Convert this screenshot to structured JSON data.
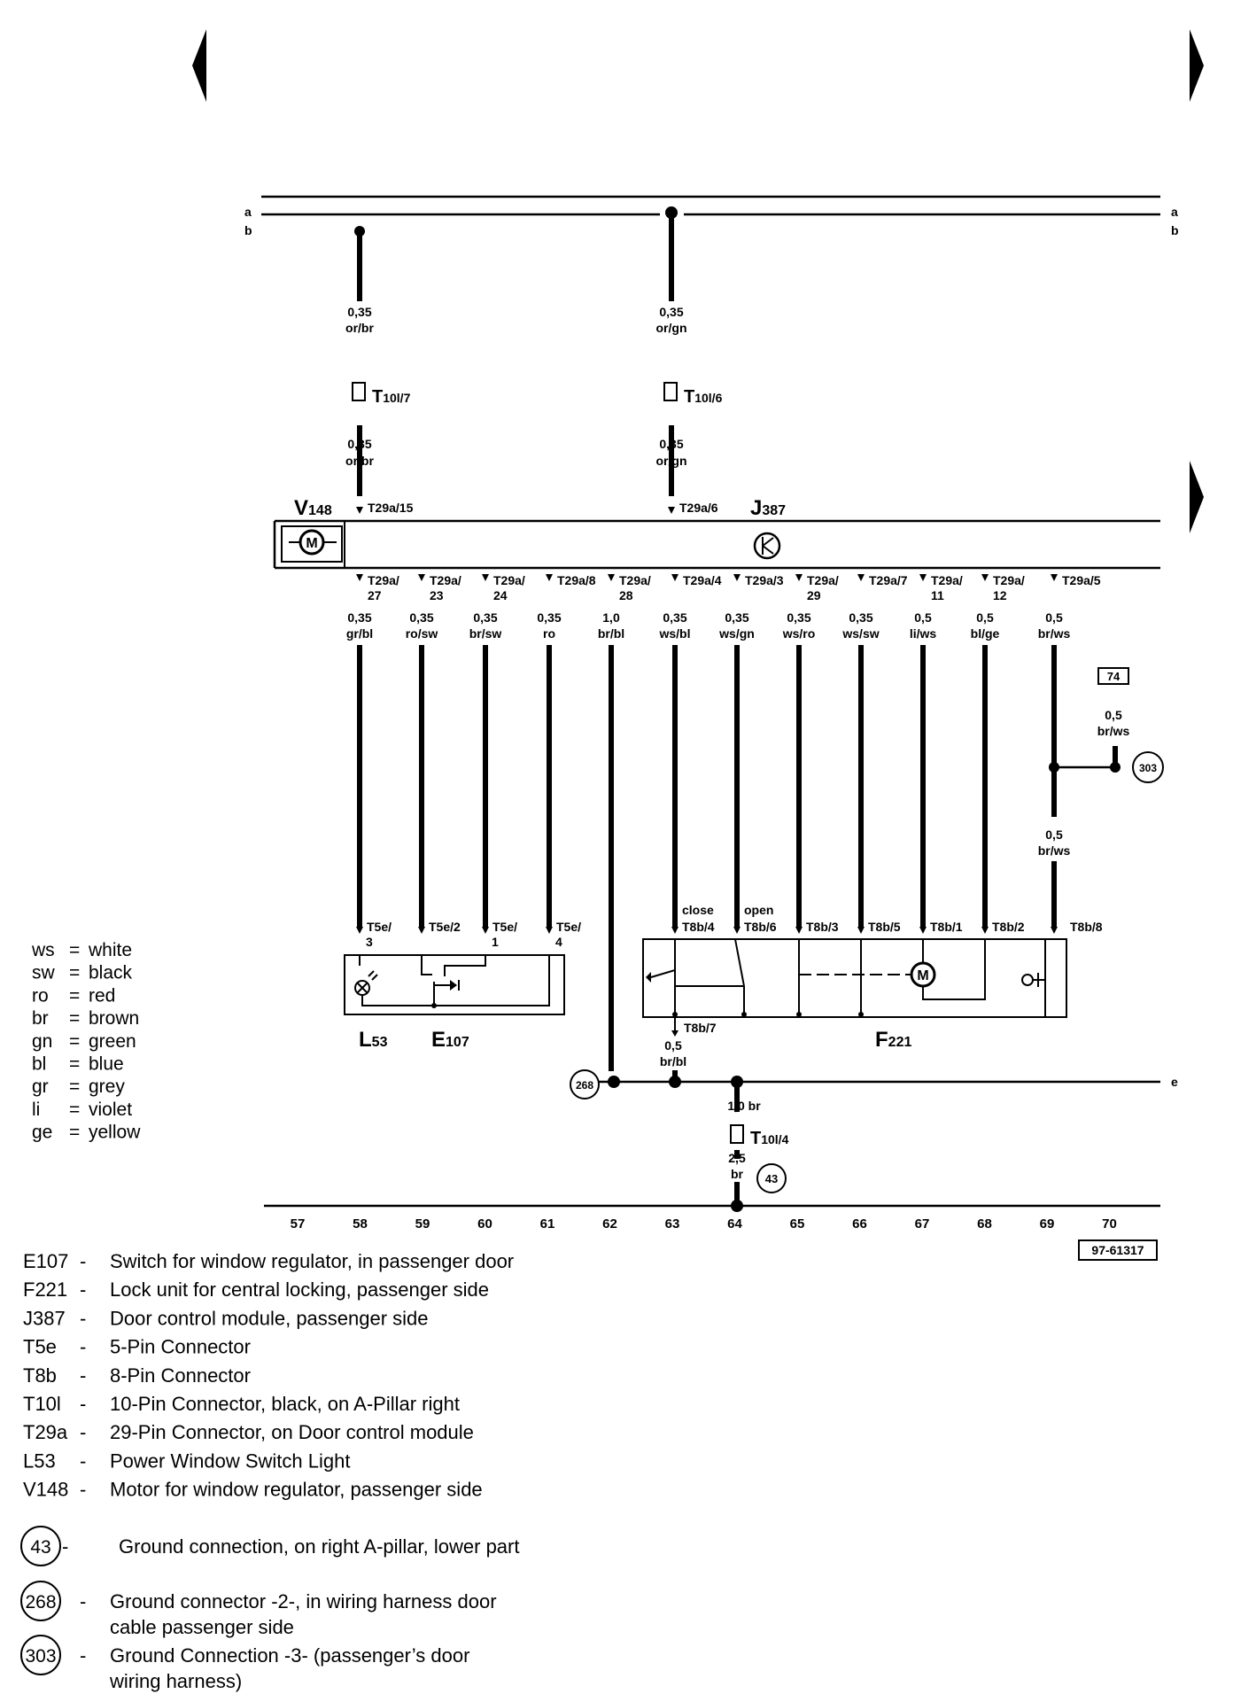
{
  "buses": [
    {
      "id": "a",
      "label": "a"
    },
    {
      "id": "b",
      "label": "b"
    },
    {
      "id": "e",
      "label": "e"
    }
  ],
  "wires_top": [
    {
      "gauge": "0,35",
      "color": "or/br",
      "conn": "T10l/7",
      "gauge2": "0,35",
      "color2": "or/br",
      "pin": "T29a/15"
    },
    {
      "gauge": "0,35",
      "color": "or/gn",
      "conn": "T10l/6",
      "gauge2": "0,35",
      "color2": "or/gn",
      "pin": "T29a/6"
    }
  ],
  "components": {
    "v148": {
      "code": "V",
      "sub": "148"
    },
    "j387": {
      "code": "J",
      "sub": "387"
    },
    "l53": {
      "code": "L",
      "sub": "53"
    },
    "e107": {
      "code": "E",
      "sub": "107"
    },
    "f221": {
      "code": "F",
      "sub": "221"
    },
    "motor_symbol": "M"
  },
  "wires_bottom": [
    {
      "pin1": "T29a/",
      "pin2": "27",
      "gauge": "0,35",
      "color": "gr/bl",
      "t1": "T5e/",
      "t2": "3"
    },
    {
      "pin1": "T29a/",
      "pin2": "23",
      "gauge": "0,35",
      "color": "ro/sw",
      "t1": "T5e/2",
      "t2": ""
    },
    {
      "pin1": "T29a/",
      "pin2": "24",
      "gauge": "0,35",
      "color": "br/sw",
      "t1": "T5e/",
      "t2": "1"
    },
    {
      "pin1": "T29a/8",
      "pin2": "",
      "gauge": "0,35",
      "color": "ro",
      "t1": "T5e/",
      "t2": "4"
    },
    {
      "pin1": "T29a/",
      "pin2": "28",
      "gauge": "1,0",
      "color": "br/bl",
      "t1": "",
      "t2": ""
    },
    {
      "pin1": "T29a/4",
      "pin2": "",
      "gauge": "0,35",
      "color": "ws/bl",
      "t1": "T8b/4",
      "t2": "close"
    },
    {
      "pin1": "T29a/3",
      "pin2": "",
      "gauge": "0,35",
      "color": "ws/gn",
      "t1": "T8b/6",
      "t2": "open"
    },
    {
      "pin1": "T29a/",
      "pin2": "29",
      "gauge": "0,35",
      "color": "ws/ro",
      "t1": "T8b/3",
      "t2": ""
    },
    {
      "pin1": "T29a/7",
      "pin2": "",
      "gauge": "0,35",
      "color": "ws/sw",
      "t1": "T8b/5",
      "t2": ""
    },
    {
      "pin1": "T29a/",
      "pin2": "11",
      "gauge": "0,5",
      "color": "li/ws",
      "t1": "T8b/1",
      "t2": ""
    },
    {
      "pin1": "T29a/",
      "pin2": "12",
      "gauge": "0,5",
      "color": "bl/ge",
      "t1": "T8b/2",
      "t2": ""
    },
    {
      "pin1": "T29a/5",
      "pin2": "",
      "gauge": "0,5",
      "color": "br/ws",
      "t1": "T8b/8",
      "t2": ""
    }
  ],
  "misc": {
    "ref74": "74",
    "w74_gauge": "0,5",
    "w74_color": "br/ws",
    "g303": "303",
    "w69_gauge": "0,5",
    "w69_color": "br/ws",
    "t8b7": "T8b/7",
    "w_t8b7_gauge": "0,5",
    "w_t8b7_color": "br/bl",
    "g268": "268",
    "w64_top": "1,0 br",
    "t10l4": "T10l/4",
    "w64_gauge": "2,5",
    "w64_color": "br",
    "g43": "43"
  },
  "tracks": [
    "57",
    "58",
    "59",
    "60",
    "61",
    "62",
    "63",
    "64",
    "65",
    "66",
    "67",
    "68",
    "69",
    "70"
  ],
  "drawing_id": "97-61317",
  "color_codes": [
    {
      "code": "ws",
      "name": "white"
    },
    {
      "code": "sw",
      "name": "black"
    },
    {
      "code": "ro",
      "name": "red"
    },
    {
      "code": "br",
      "name": "brown"
    },
    {
      "code": "gn",
      "name": "green"
    },
    {
      "code": "bl",
      "name": "blue"
    },
    {
      "code": "gr",
      "name": "grey"
    },
    {
      "code": "li",
      "name": "violet"
    },
    {
      "code": "ge",
      "name": "yellow"
    }
  ],
  "legend": [
    {
      "code": "E107",
      "desc": "Switch for window regulator, in passenger door"
    },
    {
      "code": "F221",
      "desc": "Lock unit for central locking, passenger side"
    },
    {
      "code": "J387",
      "desc": "Door control module, passenger side"
    },
    {
      "code": "T5e",
      "desc": "5-Pin Connector"
    },
    {
      "code": "T8b",
      "desc": "8-Pin Connector"
    },
    {
      "code": "T10l",
      "desc": "10-Pin Connector, black, on A-Pillar right"
    },
    {
      "code": "T29a",
      "desc": "29-Pin Connector, on Door control module"
    },
    {
      "code": "L53",
      "desc": "Power Window Switch Light"
    },
    {
      "code": "V148",
      "desc": "Motor for window regulator, passenger side"
    }
  ],
  "ground_legend": [
    {
      "code": "43",
      "lines": [
        "Ground connection, on right A-pillar, lower part"
      ]
    },
    {
      "code": "268",
      "lines": [
        "Ground connector -2-, in wiring harness door",
        "cable passenger side"
      ]
    },
    {
      "code": "303",
      "lines": [
        "Ground Connection -3- (passenger’s door",
        "wiring harness)"
      ]
    }
  ]
}
